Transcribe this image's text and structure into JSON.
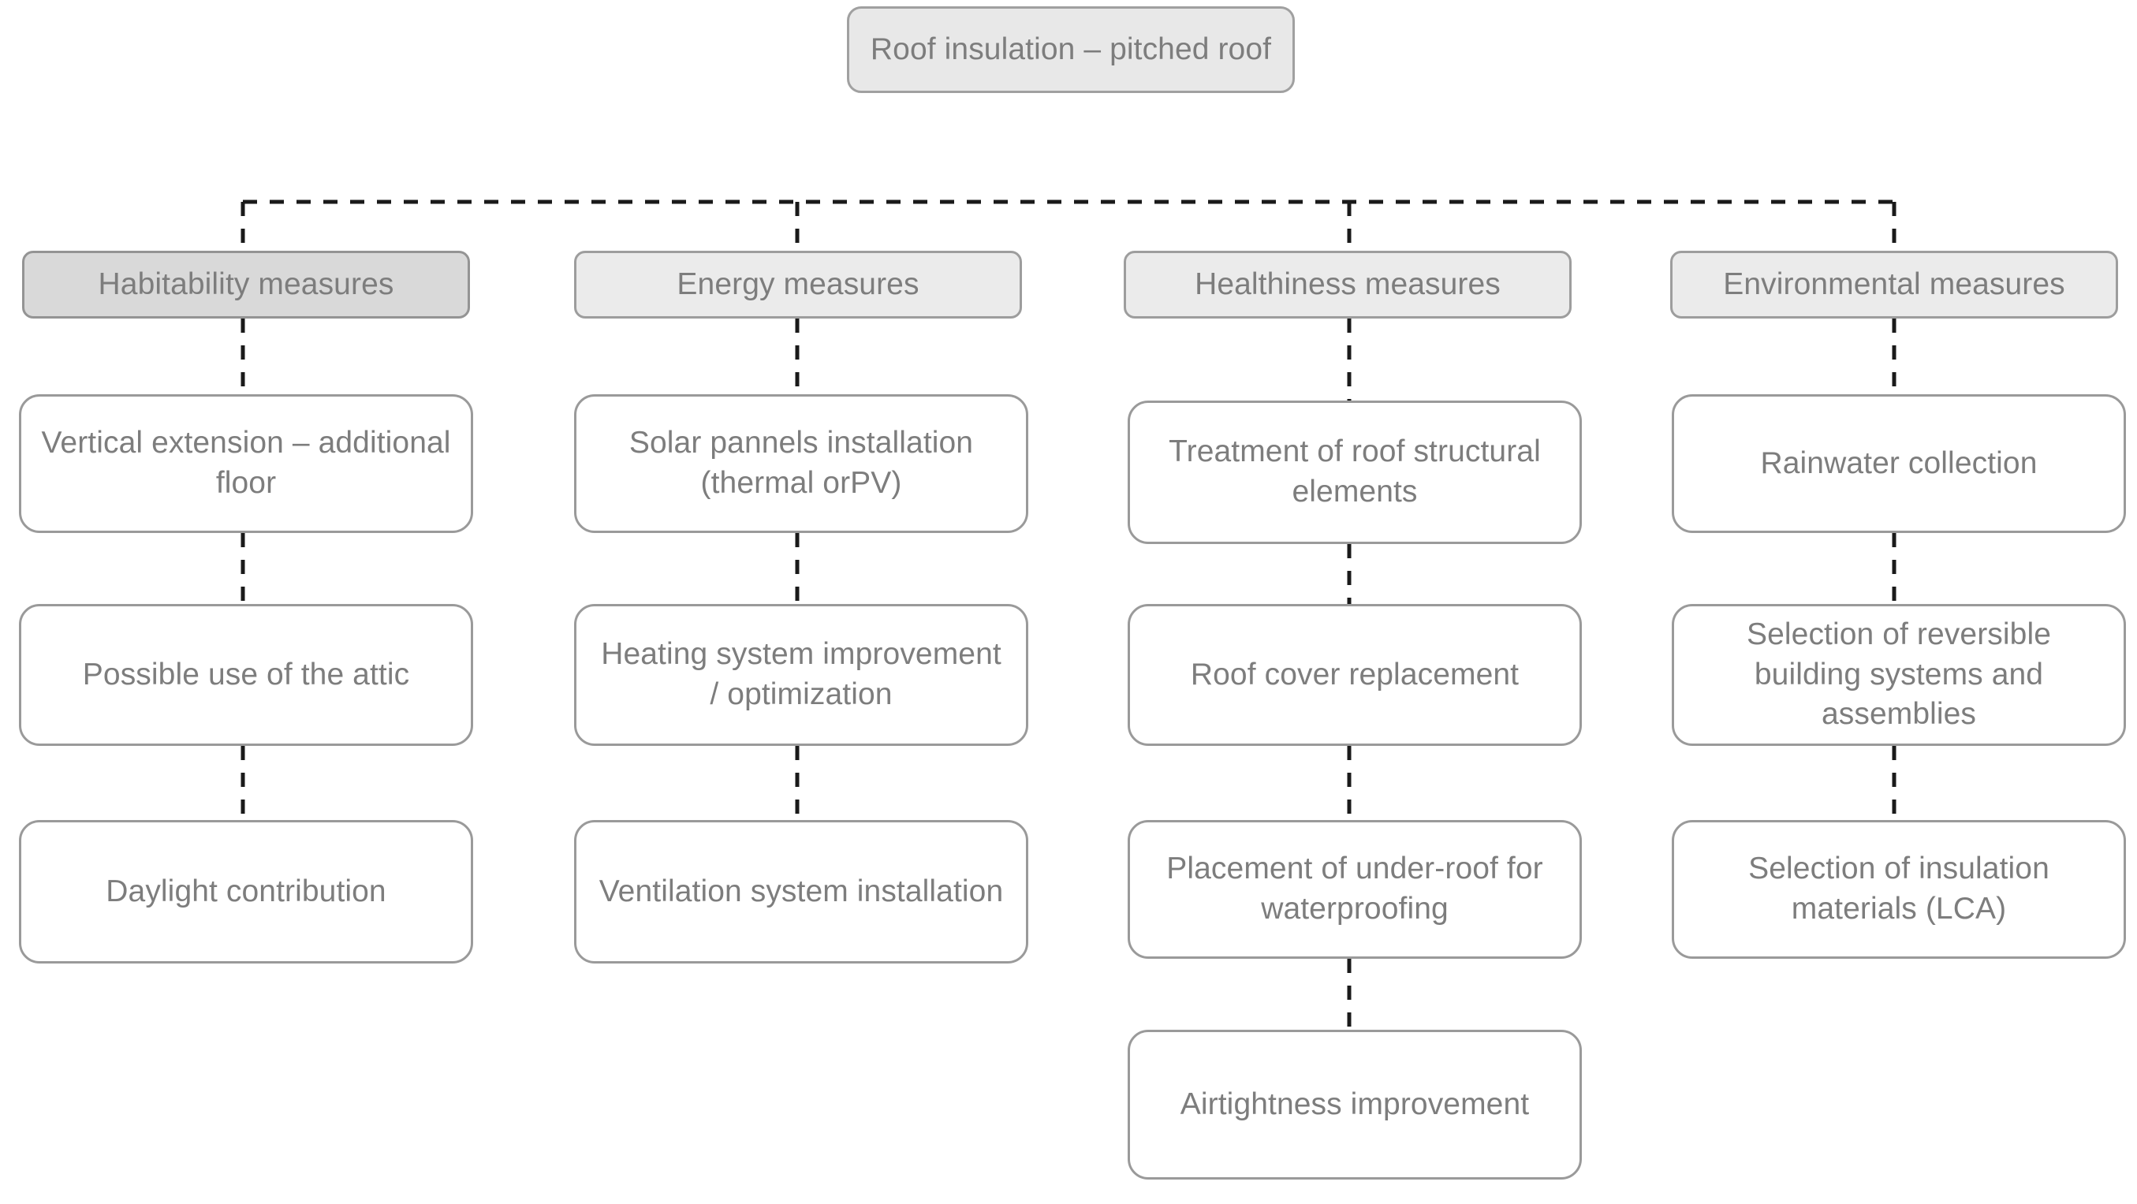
{
  "diagram": {
    "title": "Roof insulation – pitched roof",
    "type": "tree",
    "orientation": "top-down",
    "connector_style": "dashed",
    "colors": {
      "root_fill": "#e8e8e8",
      "category_fill": "#ebebeb",
      "category_highlight_fill": "#d9d9d9",
      "leaf_fill": "#ffffff",
      "border": "#9a9a9a",
      "text": "#7d7d7d",
      "connector": "#1a1a1a",
      "background": "#ffffff"
    }
  },
  "root": {
    "label": "Roof insulation – pitched roof"
  },
  "columns": [
    {
      "id": "habitability",
      "header": "Habitability measures",
      "highlighted": true,
      "items": [
        "Vertical extension – additional floor",
        "Possible use of the attic",
        "Daylight contribution"
      ]
    },
    {
      "id": "energy",
      "header": "Energy measures",
      "highlighted": false,
      "items": [
        "Solar pannels installation (thermal orPV)",
        "Heating system improvement / optimization",
        "Ventilation system installation"
      ]
    },
    {
      "id": "healthiness",
      "header": "Healthiness measures",
      "highlighted": false,
      "items": [
        "Treatment of roof structural elements",
        "Roof cover replacement",
        "Placement of under-roof for waterproofing",
        "Airtightness improvement"
      ]
    },
    {
      "id": "environmental",
      "header": "Environmental measures",
      "highlighted": false,
      "items": [
        "Rainwater collection",
        "Selection of reversible building systems and assemblies",
        "Selection of insulation materials (LCA)"
      ]
    }
  ]
}
